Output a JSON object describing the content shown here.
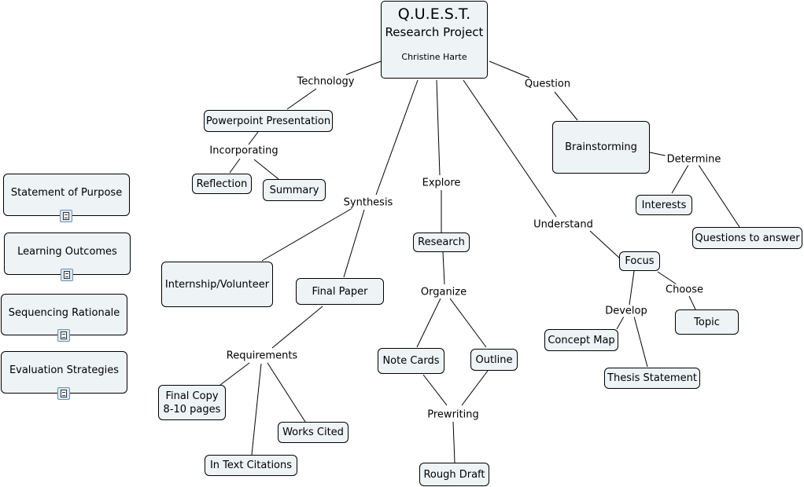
{
  "root": {
    "title": "Q.U.E.S.T.",
    "subtitle": "Research  Project",
    "author": "Christine  Harte"
  },
  "sidebar": {
    "items": [
      {
        "label": "Statement of Purpose",
        "icon": "document-icon"
      },
      {
        "label": "Learning Outcomes",
        "icon": "document-icon"
      },
      {
        "label": "Sequencing Rationale",
        "icon": "document-icon"
      },
      {
        "label": "Evaluation Strategies",
        "icon": "document-icon"
      }
    ]
  },
  "concepts": {
    "powerpoint": "Powerpoint Presentation",
    "reflection": "Reflection",
    "summary": "Summary",
    "brainstorming": "Brainstorming",
    "interests": "Interests",
    "questions_to_answer": "Questions to answer",
    "internship": "Internship/Volunteer",
    "final_paper": "Final Paper",
    "research": "Research",
    "focus": "Focus",
    "topic": "Topic",
    "concept_map": "Concept Map",
    "thesis_statement": "Thesis Statement",
    "note_cards": "Note Cards",
    "outline": "Outline",
    "final_copy": "Final Copy\n8-10 pages",
    "works_cited": "Works Cited",
    "in_text_citations": "In Text Citations",
    "rough_draft": "Rough Draft"
  },
  "links": {
    "technology": "Technology",
    "incorporating": "Incorporating",
    "question": "Question",
    "determine": "Determine",
    "synthesis": "Synthesis",
    "explore": "Explore",
    "understand": "Understand",
    "organize": "Organize",
    "choose": "Choose",
    "develop": "Develop",
    "requirements": "Requirements",
    "prewriting": "Prewriting"
  },
  "colors": {
    "node_fill": "#eef3f6",
    "node_border": "#000000",
    "line": "#000000"
  }
}
